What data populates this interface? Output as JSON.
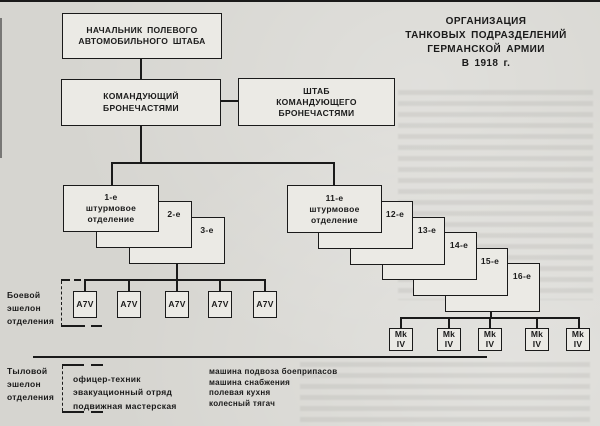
{
  "title": {
    "text": "ОРГАНИЗАЦИЯ\nТАНКОВЫХ ПОДРАЗДЕЛЕНИЙ\nГЕРМАНСКОЙ АРМИИ\nВ 1918 г."
  },
  "hierarchy": {
    "chief": {
      "label": "НАЧАЛЬНИК ПОЛЕВОГО\nАВТОМОБИЛЬНОГО ШТАБА"
    },
    "commander": {
      "label": "КОМАНДУЮЩИЙ\nБРОНЕЧАСТЯМИ"
    },
    "staff": {
      "label": "ШТАБ\nКОМАНДУЮЩЕГО\nБРОНЕЧАСТЯМИ"
    },
    "assault_group_1": {
      "main": "1-е\nштурмовое\nотделение",
      "stacked": [
        "2-е",
        "3-е"
      ]
    },
    "assault_group_11": {
      "main": "11-е\nштурмовое\nотделение",
      "stacked": [
        "12-е",
        "13-е",
        "14-е",
        "15-е",
        "16-е"
      ]
    },
    "combat_echelon": {
      "label": "Боевой\nэшелон\nотделения",
      "a7v_tanks": [
        "A7V",
        "A7V",
        "A7V",
        "A7V",
        "A7V"
      ],
      "mk_tanks": [
        "Mk\nIV",
        "Mk\nIV",
        "Mk\nIV",
        "Mk\nIV",
        "Mk\nIV"
      ]
    },
    "rear_echelon": {
      "label": "Тыловой\nэшелон\nотделения",
      "units": "офицер-техник\nэвакуационный отряд\nподвижная мастерская",
      "vehicles": "машина подвоза боеприпасов\nмашина снабжения\nполевая кухня\nколесный тягач"
    }
  },
  "colors": {
    "paper": "#d6d5d0",
    "box_fill": "#ebeae5",
    "ink": "#1a1a1a"
  }
}
